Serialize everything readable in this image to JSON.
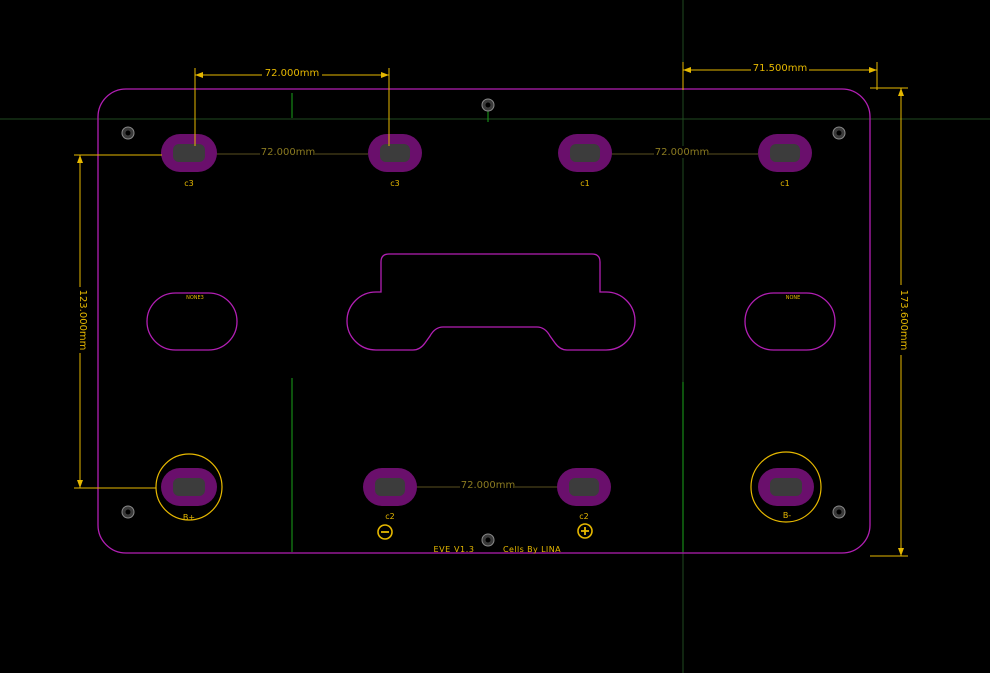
{
  "colors": {
    "background": "#000000",
    "outline": "#b21fb4",
    "pad_ring": "#6a0f6c",
    "pad_hole": "#3c3c3c",
    "dimension": "#e6b800",
    "silk_text": "#e6b800",
    "dim_label_dark": "#8a7a20",
    "crosshair": "#1f4a1f",
    "guide_green": "#1aa31a",
    "mount_hole": "#8a8a8a"
  },
  "dimensions": {
    "top_pad_spacing": "72.000mm",
    "top_right_offset": "71.500mm",
    "height_vertical": "173.600mm",
    "left_pad_spacing": "123.000mm",
    "inline_c3": "72.000mm",
    "inline_c1": "72.000mm",
    "inline_c2": "72.000mm"
  },
  "pads": {
    "c3_left": "c3",
    "c3_right": "c3",
    "c1_left": "c1",
    "c1_right": "c1",
    "b_plus": "B+",
    "c2_left": "c2",
    "c2_right": "c2",
    "b_minus": "B-"
  },
  "cutouts": {
    "left_label": "NONE3",
    "right_label": "NONE"
  },
  "silkscreen": {
    "version": "EVE V1.3",
    "credit": "Cells By LINA"
  },
  "icons": {
    "minus_symbol": "minus-circle-icon",
    "plus_symbol": "plus-circle-icon",
    "mount_hole": "mounting-hole-icon"
  }
}
